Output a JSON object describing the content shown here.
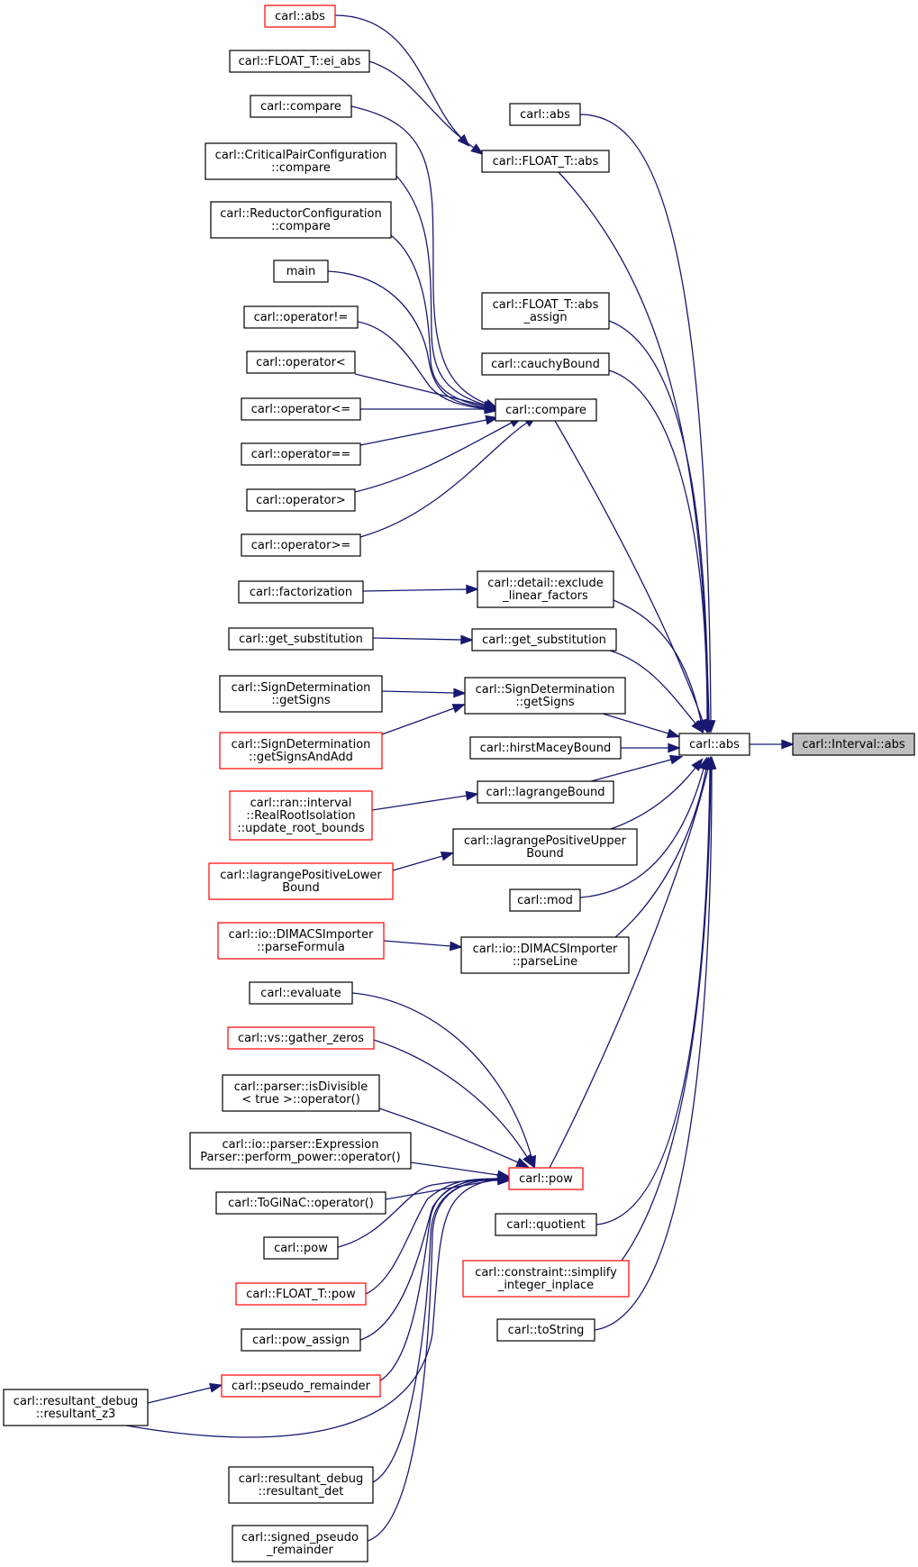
{
  "colors": {
    "edge": "#191970",
    "node_border": "#000000",
    "link_border_red": "#ff0000",
    "focus_fill": "#bfbfbf",
    "background": "#ffffff"
  },
  "nodes": [
    {
      "id": "focus",
      "lines": [
        "carl::Interval::abs"
      ],
      "style": "focus"
    },
    {
      "id": "abs_main",
      "lines": [
        "carl::abs"
      ],
      "style": "normal"
    },
    {
      "id": "abs_top",
      "lines": [
        "carl::abs"
      ],
      "style": "normal"
    },
    {
      "id": "float_abs",
      "lines": [
        "carl::FLOAT_T::abs"
      ],
      "style": "normal"
    },
    {
      "id": "float_abs_assign",
      "lines": [
        "carl::FLOAT_T::abs",
        "_assign"
      ],
      "style": "normal"
    },
    {
      "id": "cauchy",
      "lines": [
        "carl::cauchyBound"
      ],
      "style": "normal"
    },
    {
      "id": "compare_main",
      "lines": [
        "carl::compare"
      ],
      "style": "normal"
    },
    {
      "id": "exclude",
      "lines": [
        "carl::detail::exclude",
        "_linear_factors"
      ],
      "style": "normal"
    },
    {
      "id": "get_subst_mid",
      "lines": [
        "carl::get_substitution"
      ],
      "style": "normal"
    },
    {
      "id": "getsigns_mid",
      "lines": [
        "carl::SignDetermination",
        "::getSigns"
      ],
      "style": "normal"
    },
    {
      "id": "hirst",
      "lines": [
        "carl::hirstMaceyBound"
      ],
      "style": "normal"
    },
    {
      "id": "lagrange",
      "lines": [
        "carl::lagrangeBound"
      ],
      "style": "normal"
    },
    {
      "id": "lagrange_pos_upper",
      "lines": [
        "carl::lagrangePositiveUpper",
        "Bound"
      ],
      "style": "normal"
    },
    {
      "id": "mod",
      "lines": [
        "carl::mod"
      ],
      "style": "normal"
    },
    {
      "id": "parseline",
      "lines": [
        "carl::io::DIMACSImporter",
        "::parseLine"
      ],
      "style": "normal"
    },
    {
      "id": "pow_main",
      "lines": [
        "carl::pow"
      ],
      "style": "red"
    },
    {
      "id": "quotient",
      "lines": [
        "carl::quotient"
      ],
      "style": "normal"
    },
    {
      "id": "simplify",
      "lines": [
        "carl::constraint::simplify",
        "_integer_inplace"
      ],
      "style": "red"
    },
    {
      "id": "tostring",
      "lines": [
        "carl::toString"
      ],
      "style": "normal"
    },
    {
      "id": "abs_red",
      "lines": [
        "carl::abs"
      ],
      "style": "red"
    },
    {
      "id": "ei_abs",
      "lines": [
        "carl::FLOAT_T::ei_abs"
      ],
      "style": "normal"
    },
    {
      "id": "compare_l",
      "lines": [
        "carl::compare"
      ],
      "style": "normal"
    },
    {
      "id": "cpc_compare",
      "lines": [
        "carl::CriticalPairConfiguration",
        "::compare"
      ],
      "style": "normal"
    },
    {
      "id": "rc_compare",
      "lines": [
        "carl::ReductorConfiguration",
        "::compare"
      ],
      "style": "normal"
    },
    {
      "id": "main",
      "lines": [
        "main"
      ],
      "style": "normal"
    },
    {
      "id": "op_ne",
      "lines": [
        "carl::operator!="
      ],
      "style": "normal"
    },
    {
      "id": "op_lt",
      "lines": [
        "carl::operator<"
      ],
      "style": "normal"
    },
    {
      "id": "op_le",
      "lines": [
        "carl::operator<="
      ],
      "style": "normal"
    },
    {
      "id": "op_eq",
      "lines": [
        "carl::operator=="
      ],
      "style": "normal"
    },
    {
      "id": "op_gt",
      "lines": [
        "carl::operator>"
      ],
      "style": "normal"
    },
    {
      "id": "op_ge",
      "lines": [
        "carl::operator>="
      ],
      "style": "normal"
    },
    {
      "id": "factorization",
      "lines": [
        "carl::factorization"
      ],
      "style": "normal"
    },
    {
      "id": "get_subst_l",
      "lines": [
        "carl::get_substitution"
      ],
      "style": "normal"
    },
    {
      "id": "getsigns_l",
      "lines": [
        "carl::SignDetermination",
        "::getSigns"
      ],
      "style": "normal"
    },
    {
      "id": "getsignsandadd",
      "lines": [
        "carl::SignDetermination",
        "::getSignsAndAdd"
      ],
      "style": "red"
    },
    {
      "id": "update_root",
      "lines": [
        "carl::ran::interval",
        "::RealRootIsolation",
        "::update_root_bounds"
      ],
      "style": "red"
    },
    {
      "id": "lagrange_pos_lower",
      "lines": [
        "carl::lagrangePositiveLower",
        "Bound"
      ],
      "style": "red"
    },
    {
      "id": "parseformula",
      "lines": [
        "carl::io::DIMACSImporter",
        "::parseFormula"
      ],
      "style": "red"
    },
    {
      "id": "evaluate",
      "lines": [
        "carl::evaluate"
      ],
      "style": "normal"
    },
    {
      "id": "gather_zeros",
      "lines": [
        "carl::vs::gather_zeros"
      ],
      "style": "red"
    },
    {
      "id": "isdivisible",
      "lines": [
        "carl::parser::isDivisible",
        "< true >::operator()"
      ],
      "style": "normal"
    },
    {
      "id": "perform_power",
      "lines": [
        "carl::io::parser::Expression",
        "Parser::perform_power::operator()"
      ],
      "style": "normal"
    },
    {
      "id": "toginac",
      "lines": [
        "carl::ToGiNaC::operator()"
      ],
      "style": "normal"
    },
    {
      "id": "pow_l",
      "lines": [
        "carl::pow"
      ],
      "style": "normal"
    },
    {
      "id": "float_pow",
      "lines": [
        "carl::FLOAT_T::pow"
      ],
      "style": "red"
    },
    {
      "id": "pow_assign",
      "lines": [
        "carl::pow_assign"
      ],
      "style": "normal"
    },
    {
      "id": "pseudo_rem",
      "lines": [
        "carl::pseudo_remainder"
      ],
      "style": "red"
    },
    {
      "id": "resultant_z3",
      "lines": [
        "carl::resultant_debug",
        "::resultant_z3"
      ],
      "style": "normal"
    },
    {
      "id": "resultant_det",
      "lines": [
        "carl::resultant_debug",
        "::resultant_det"
      ],
      "style": "normal"
    },
    {
      "id": "signed_pseudo",
      "lines": [
        "carl::signed_pseudo",
        "_remainder"
      ],
      "style": "normal"
    }
  ],
  "edges": [
    {
      "from": "abs_main",
      "to": "focus"
    },
    {
      "from": "abs_top",
      "to": "abs_main"
    },
    {
      "from": "float_abs",
      "to": "abs_main"
    },
    {
      "from": "float_abs_assign",
      "to": "abs_main"
    },
    {
      "from": "cauchy",
      "to": "abs_main"
    },
    {
      "from": "compare_main",
      "to": "abs_main"
    },
    {
      "from": "exclude",
      "to": "abs_main"
    },
    {
      "from": "get_subst_mid",
      "to": "abs_main"
    },
    {
      "from": "getsigns_mid",
      "to": "abs_main"
    },
    {
      "from": "hirst",
      "to": "abs_main"
    },
    {
      "from": "lagrange",
      "to": "abs_main"
    },
    {
      "from": "lagrange_pos_upper",
      "to": "abs_main"
    },
    {
      "from": "mod",
      "to": "abs_main"
    },
    {
      "from": "parseline",
      "to": "abs_main"
    },
    {
      "from": "pow_main",
      "to": "abs_main"
    },
    {
      "from": "quotient",
      "to": "abs_main"
    },
    {
      "from": "simplify",
      "to": "abs_main"
    },
    {
      "from": "tostring",
      "to": "abs_main"
    },
    {
      "from": "abs_red",
      "to": "float_abs"
    },
    {
      "from": "ei_abs",
      "to": "float_abs"
    },
    {
      "from": "compare_l",
      "to": "compare_main"
    },
    {
      "from": "cpc_compare",
      "to": "compare_main"
    },
    {
      "from": "rc_compare",
      "to": "compare_main"
    },
    {
      "from": "main",
      "to": "compare_main"
    },
    {
      "from": "op_ne",
      "to": "compare_main"
    },
    {
      "from": "op_lt",
      "to": "compare_main"
    },
    {
      "from": "op_le",
      "to": "compare_main"
    },
    {
      "from": "op_eq",
      "to": "compare_main"
    },
    {
      "from": "op_gt",
      "to": "compare_main"
    },
    {
      "from": "op_ge",
      "to": "compare_main"
    },
    {
      "from": "factorization",
      "to": "exclude"
    },
    {
      "from": "get_subst_l",
      "to": "get_subst_mid"
    },
    {
      "from": "getsigns_l",
      "to": "getsigns_mid"
    },
    {
      "from": "getsignsandadd",
      "to": "getsigns_mid"
    },
    {
      "from": "update_root",
      "to": "lagrange"
    },
    {
      "from": "lagrange_pos_lower",
      "to": "lagrange_pos_upper"
    },
    {
      "from": "parseformula",
      "to": "parseline"
    },
    {
      "from": "evaluate",
      "to": "pow_main"
    },
    {
      "from": "gather_zeros",
      "to": "pow_main"
    },
    {
      "from": "isdivisible",
      "to": "pow_main"
    },
    {
      "from": "perform_power",
      "to": "pow_main"
    },
    {
      "from": "toginac",
      "to": "pow_main"
    },
    {
      "from": "pow_l",
      "to": "pow_main"
    },
    {
      "from": "float_pow",
      "to": "pow_main"
    },
    {
      "from": "pow_assign",
      "to": "pow_main"
    },
    {
      "from": "pseudo_rem",
      "to": "pow_main"
    },
    {
      "from": "resultant_z3",
      "to": "pow_main"
    },
    {
      "from": "resultant_det",
      "to": "pow_main"
    },
    {
      "from": "signed_pseudo",
      "to": "pow_main"
    },
    {
      "from": "resultant_z3",
      "to": "pseudo_rem"
    }
  ]
}
